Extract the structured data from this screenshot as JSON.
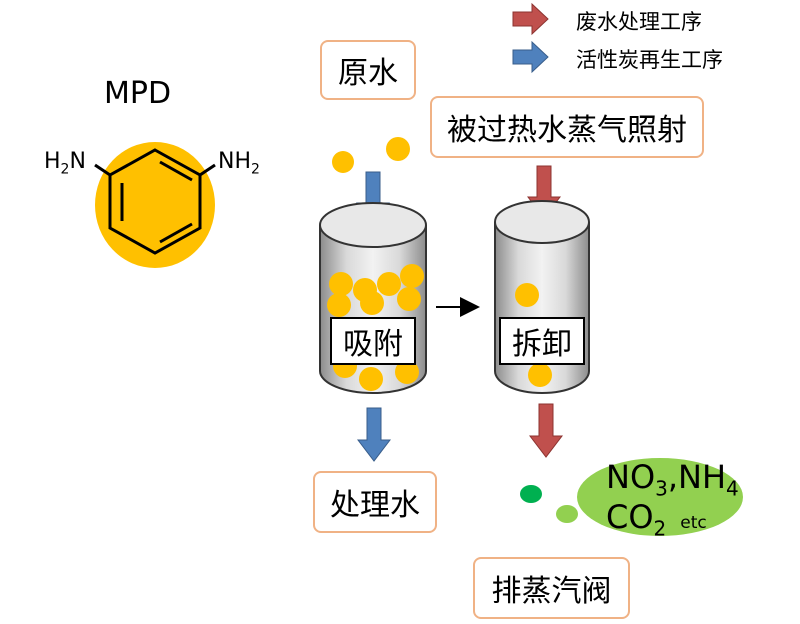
{
  "legend": {
    "items": [
      {
        "label": "废水处理工序",
        "color": "#c0504d"
      },
      {
        "label": "活性炭再生工序",
        "color": "#4f81bd"
      }
    ]
  },
  "mpd": {
    "title": "MPD",
    "left_group": "H2N",
    "right_group": "NH2",
    "highlight_color": "#ffc000"
  },
  "boxes": {
    "raw_water": "原水",
    "steam": "被过热水蒸气照射",
    "treated_water": "处理水",
    "exhaust": "排蒸汽阀"
  },
  "columns": {
    "adsorption": "吸附",
    "desorption": "拆卸"
  },
  "byproducts": {
    "line1": "NO3,NH4",
    "line2": "CO2",
    "etc": "etc",
    "color": "#92d050",
    "particle_color": "#00b050"
  },
  "colors": {
    "box_border": "#f0b285",
    "particle": "#ffc000",
    "red_arrow": "#c0504d",
    "blue_arrow": "#4f81bd"
  }
}
